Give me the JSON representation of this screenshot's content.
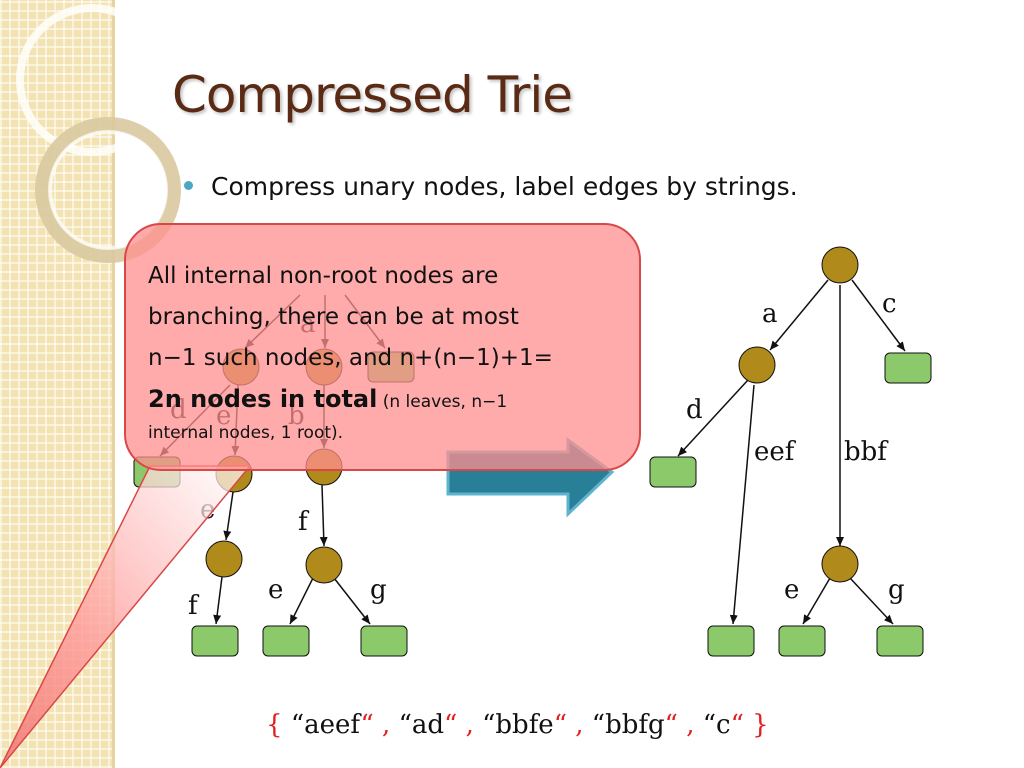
{
  "slide": {
    "title": "Compressed Trie",
    "bullet": "Compress unary nodes, label edges by strings."
  },
  "callout": {
    "line1": "All internal non-root nodes are",
    "line2": "branching, there can be at most",
    "line3": "n−1 such nodes, and n+(n−1)+1=",
    "bold": "2n nodes in total",
    "small1": " (n leaves, n−1",
    "small2": "internal nodes, 1 root)."
  },
  "left_trie": {
    "edge_labels": [
      "a",
      "d",
      "e",
      "b",
      "e",
      "f",
      "f",
      "e",
      "g"
    ]
  },
  "right_trie": {
    "edge_labels": [
      "a",
      "c",
      "d",
      "eef",
      "bbf",
      "e",
      "g"
    ]
  },
  "string_set": {
    "open": "{",
    "items": [
      "“aeef",
      "“ad",
      "“bbfe",
      "“bbfg",
      "“c"
    ],
    "close_quote": "“",
    "sep": ",",
    "close": "}"
  },
  "colors": {
    "title": "#5a2a14",
    "internal_node": "#b08a1a",
    "leaf_node": "#8cc96a",
    "callout": "#ff8f8f",
    "arrow": "#2a7f98",
    "set_brackets": "#e02020"
  }
}
